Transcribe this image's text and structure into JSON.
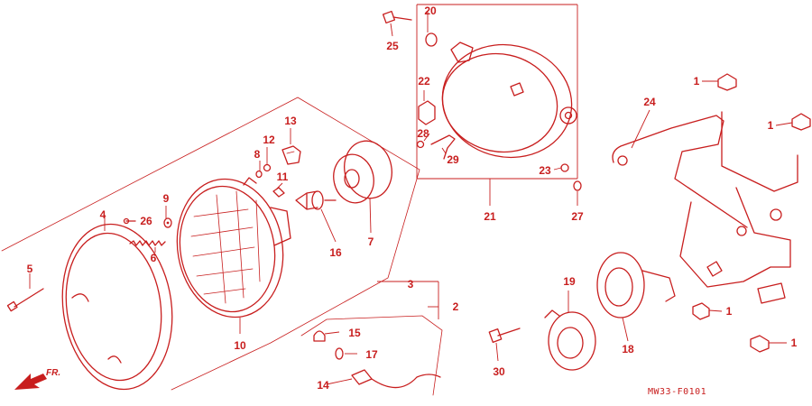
{
  "callouts": {
    "c1": "1",
    "c2": "2",
    "c3": "3",
    "c4": "4",
    "c5": "5",
    "c6": "6",
    "c7": "7",
    "c8": "8",
    "c9": "9",
    "c10": "10",
    "c11": "11",
    "c12": "12",
    "c13": "13",
    "c14": "14",
    "c15": "15",
    "c16": "16",
    "c17": "17",
    "c18": "18",
    "c19": "19",
    "c20": "20",
    "c21": "21",
    "c22": "22",
    "c23": "23",
    "c24": "24",
    "c25": "25",
    "c26": "26",
    "c27": "27",
    "c28": "28",
    "c29": "29",
    "c30": "30"
  },
  "diagram_code": "MW33-F0101",
  "front_label": "FR.",
  "colors": {
    "line": "#c81e1e",
    "background": "#ffffff"
  }
}
